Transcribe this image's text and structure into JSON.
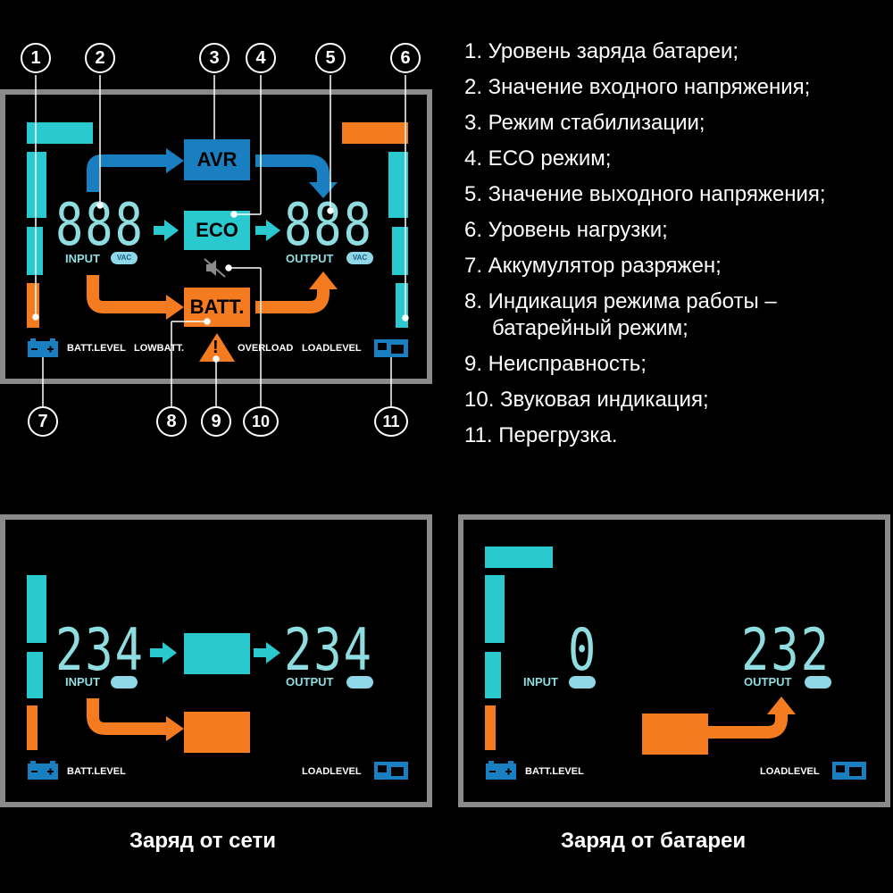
{
  "legend": [
    "1. Уровень заряда батареи;",
    "2. Значение входного напряжения;",
    "3. Режим стабилизации;",
    "4. ECO режим;",
    "5. Значение выходного напряжения;",
    "6. Уровень нагрузки;",
    "7. Аккумулятор разряжен;",
    "8. Индикация режима работы –",
    "батарейный режим;",
    "9. Неисправность;",
    "10. Звуковая индикация;",
    "11. Перегрузка."
  ],
  "callouts": [
    "1",
    "2",
    "3",
    "4",
    "5",
    "6",
    "7",
    "8",
    "9",
    "10",
    "11"
  ],
  "main_panel": {
    "input_digits": "888",
    "output_digits": "888",
    "input_label": "INPUT",
    "output_label": "OUTPUT",
    "vac": "VAC",
    "avr": "AVR",
    "eco": "ECO",
    "batt": "BATT.",
    "batt_level": "BATT.LEVEL",
    "low_batt": "LOWBATT.",
    "overload": "OVERLOAD",
    "load_level": "LOADLEVEL",
    "fault_symbol": "!"
  },
  "panel_grid": {
    "input_digits": "234",
    "output_digits": "234",
    "input_label": "INPUT",
    "output_label": "OUTPUT",
    "batt_level": "BATT.LEVEL",
    "load_level": "LOADLEVEL",
    "caption": "Заряд от сети"
  },
  "panel_battery": {
    "input_digits": "0",
    "output_digits": "232",
    "input_label": "INPUT",
    "output_label": "OUTPUT",
    "batt_level": "BATT.LEVEL",
    "load_level": "LOADLEVEL",
    "caption": "Заряд от батареи"
  },
  "colors": {
    "cyan": "#2ac9cf",
    "orange": "#f47b20",
    "blue": "#1a7fc1",
    "frame": "#8a8a8a"
  }
}
